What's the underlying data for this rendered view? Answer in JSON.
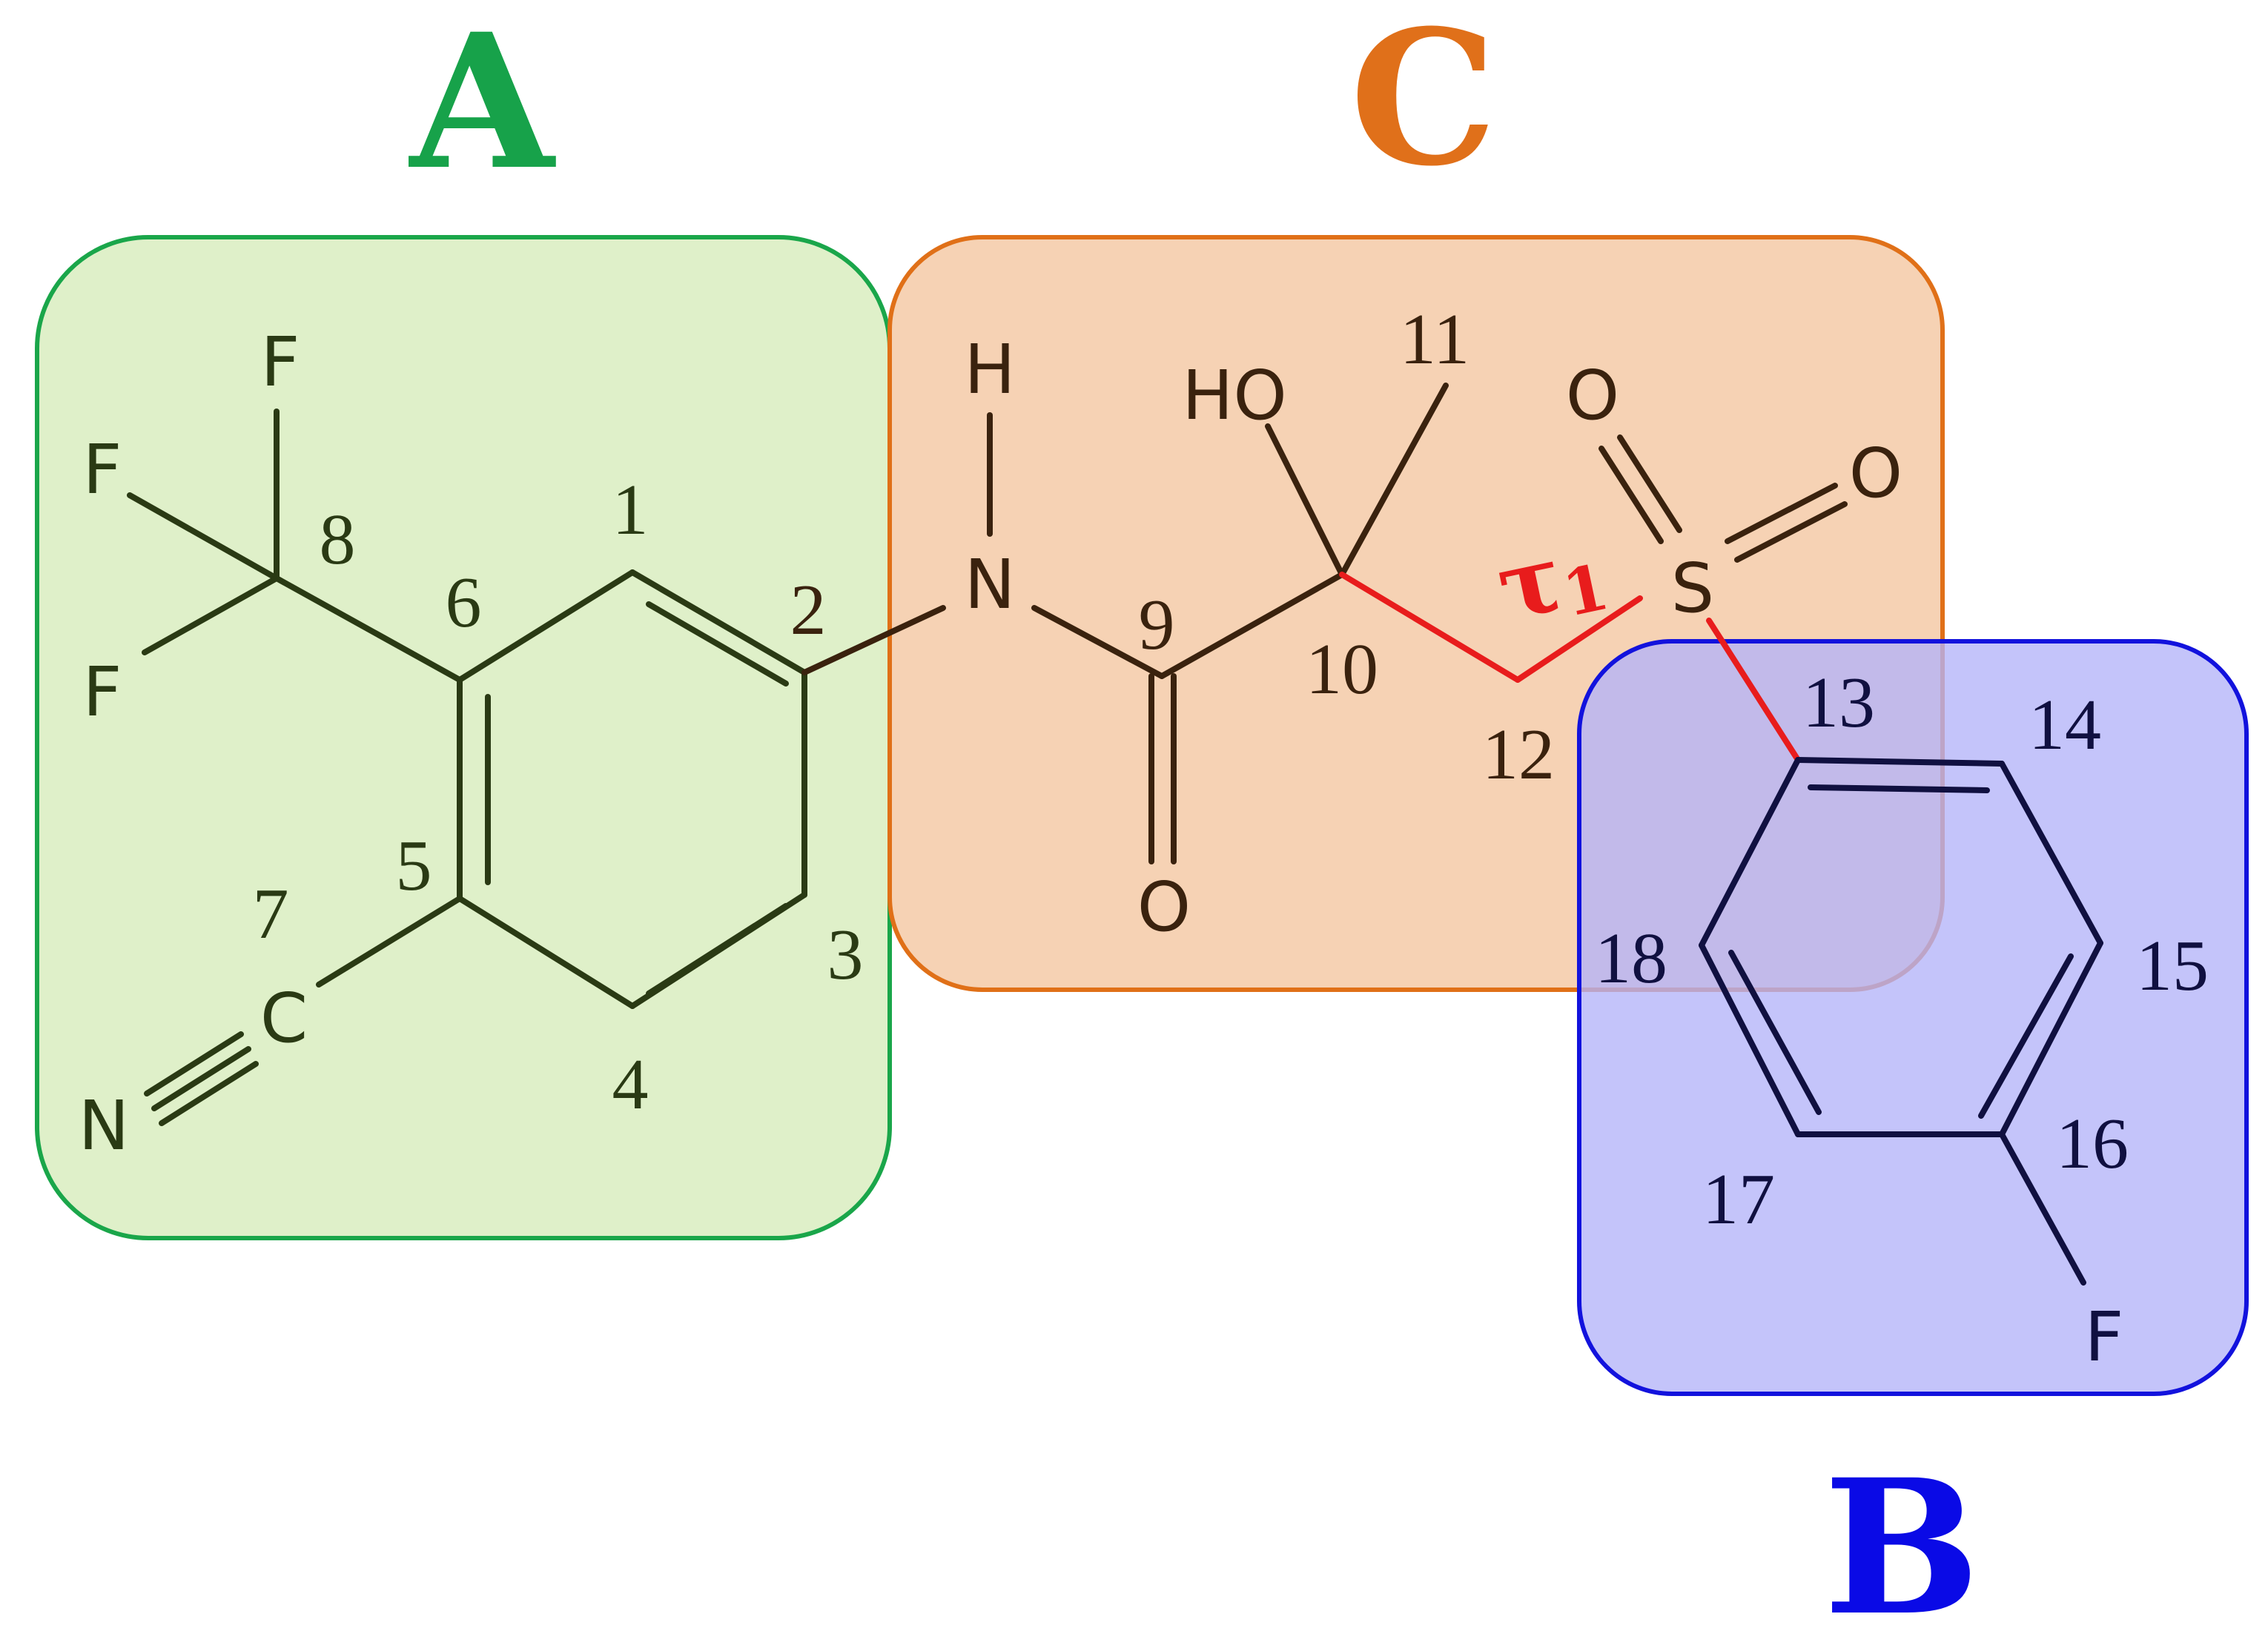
{
  "colors": {
    "green_region_fill": "#dff0c9",
    "green_region_stroke": "#1aa64a",
    "orange_region_fill": "#f6d2b4",
    "orange_region_stroke": "#e07018",
    "blue_region_fill": "#b3b3f8",
    "blue_region_stroke": "#1212dd",
    "label_a": "#17a24a",
    "label_b": "#0a0ae6",
    "label_c": "#e0701a",
    "bond_a": "#2a3a14",
    "bond_c": "#3a220e",
    "bond_b": "#101040",
    "highlight": "#e81c1c"
  },
  "regions": {
    "a": {
      "label": "A"
    },
    "b": {
      "label": "B"
    },
    "c": {
      "label": "C"
    }
  },
  "atoms": {
    "f1": "F",
    "f2": "F",
    "f3": "F",
    "n_nitrile": "N",
    "c_nitrile": "C",
    "h_amide": "H",
    "n_amide": "N",
    "o_carbonyl": "O",
    "ho": "HO",
    "o_s1": "O",
    "o_s2": "O",
    "s": "S",
    "f_para": "F"
  },
  "numbers": {
    "n1": "1",
    "n2": "2",
    "n3": "3",
    "n4": "4",
    "n5": "5",
    "n6": "6",
    "n7": "7",
    "n8": "8",
    "n9": "9",
    "n10": "10",
    "n11": "11",
    "n12": "12",
    "n13": "13",
    "n14": "14",
    "n15": "15",
    "n16": "16",
    "n17": "17",
    "n18": "18"
  },
  "torsion": {
    "symbol": "τ",
    "subscript": "1"
  }
}
